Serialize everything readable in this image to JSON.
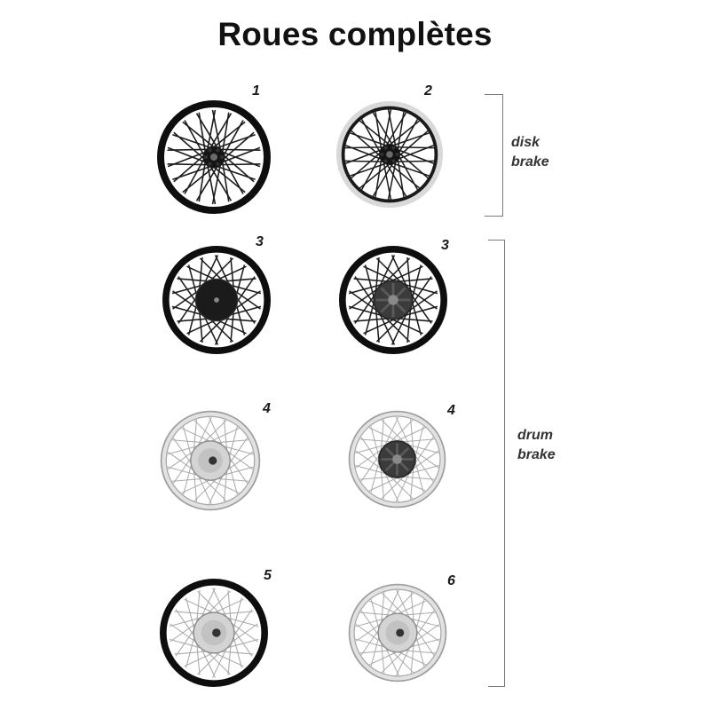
{
  "title": "Roues complètes",
  "wheels": [
    {
      "number": "1",
      "rim": "black",
      "hub": "disk",
      "spokes": "black"
    },
    {
      "number": "2",
      "rim": "chrome-black",
      "hub": "disk",
      "spokes": "black"
    },
    {
      "number": "3",
      "rim": "black",
      "hub": "drum-black",
      "spokes": "black"
    },
    {
      "number": "3",
      "rim": "black",
      "hub": "drum-dark",
      "spokes": "black"
    },
    {
      "number": "4",
      "rim": "chrome",
      "hub": "drum-silver",
      "spokes": "silver"
    },
    {
      "number": "4",
      "rim": "chrome",
      "hub": "drum-dark",
      "spokes": "silver"
    },
    {
      "number": "5",
      "rim": "black",
      "hub": "drum-silver",
      "spokes": "silver"
    },
    {
      "number": "6",
      "rim": "chrome",
      "hub": "drum-silver",
      "spokes": "silver"
    }
  ],
  "groups": {
    "disk": {
      "line1": "disk",
      "line2": "brake"
    },
    "drum": {
      "line1": "drum",
      "line2": "brake"
    }
  },
  "colors": {
    "black": "#111111",
    "chrome": "#c8c8c8",
    "silver": "#bdbdbd",
    "bracket": "#7a7a7a"
  }
}
